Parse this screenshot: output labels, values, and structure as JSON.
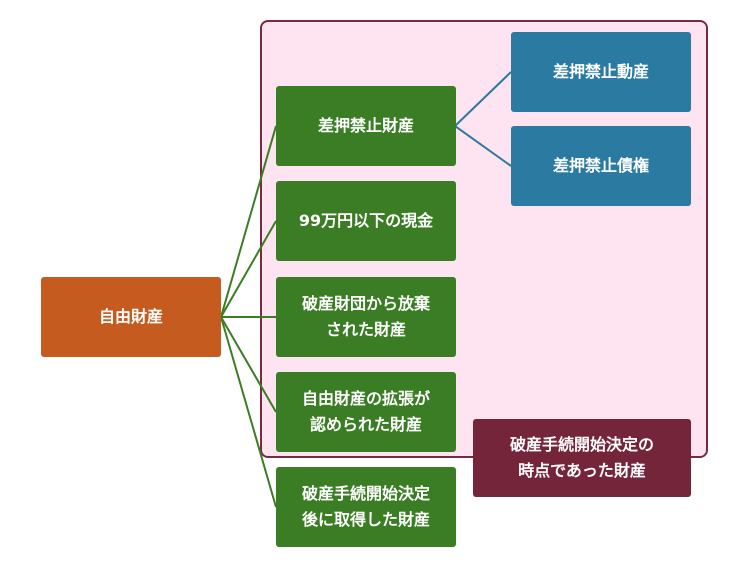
{
  "colors": {
    "root": "#c65b1f",
    "category": "#3a7d24",
    "subcategory": "#2a7aa2",
    "region_label": "#74253a",
    "region_fill": "#fde4f0",
    "region_border": "#772b40",
    "connector_green": "#3a7d24",
    "connector_blue": "#2a7aa2"
  },
  "root": {
    "label": "自由財産"
  },
  "categories": [
    {
      "lines": [
        "差押禁止財産"
      ]
    },
    {
      "lines": [
        "99万円以下の現金"
      ]
    },
    {
      "lines": [
        "破産財団から放棄",
        "された財産"
      ]
    },
    {
      "lines": [
        "自由財産の拡張が",
        "認められた財産"
      ]
    },
    {
      "lines": [
        "破産手続開始決定",
        "後に取得した財産"
      ]
    }
  ],
  "subcategories": [
    {
      "label": "差押禁止動産"
    },
    {
      "label": "差押禁止債権"
    }
  ],
  "region_label": {
    "lines": [
      "破産手続開始決定の",
      "時点であった財産"
    ]
  }
}
